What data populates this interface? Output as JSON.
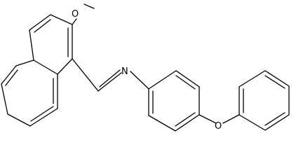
{
  "molecule": {
    "atoms": {
      "imine_nitrogen": "N",
      "methoxy_oxygen": "O",
      "ether_oxygen": "O"
    },
    "bond_color": "#000000",
    "background": "#ffffff"
  }
}
